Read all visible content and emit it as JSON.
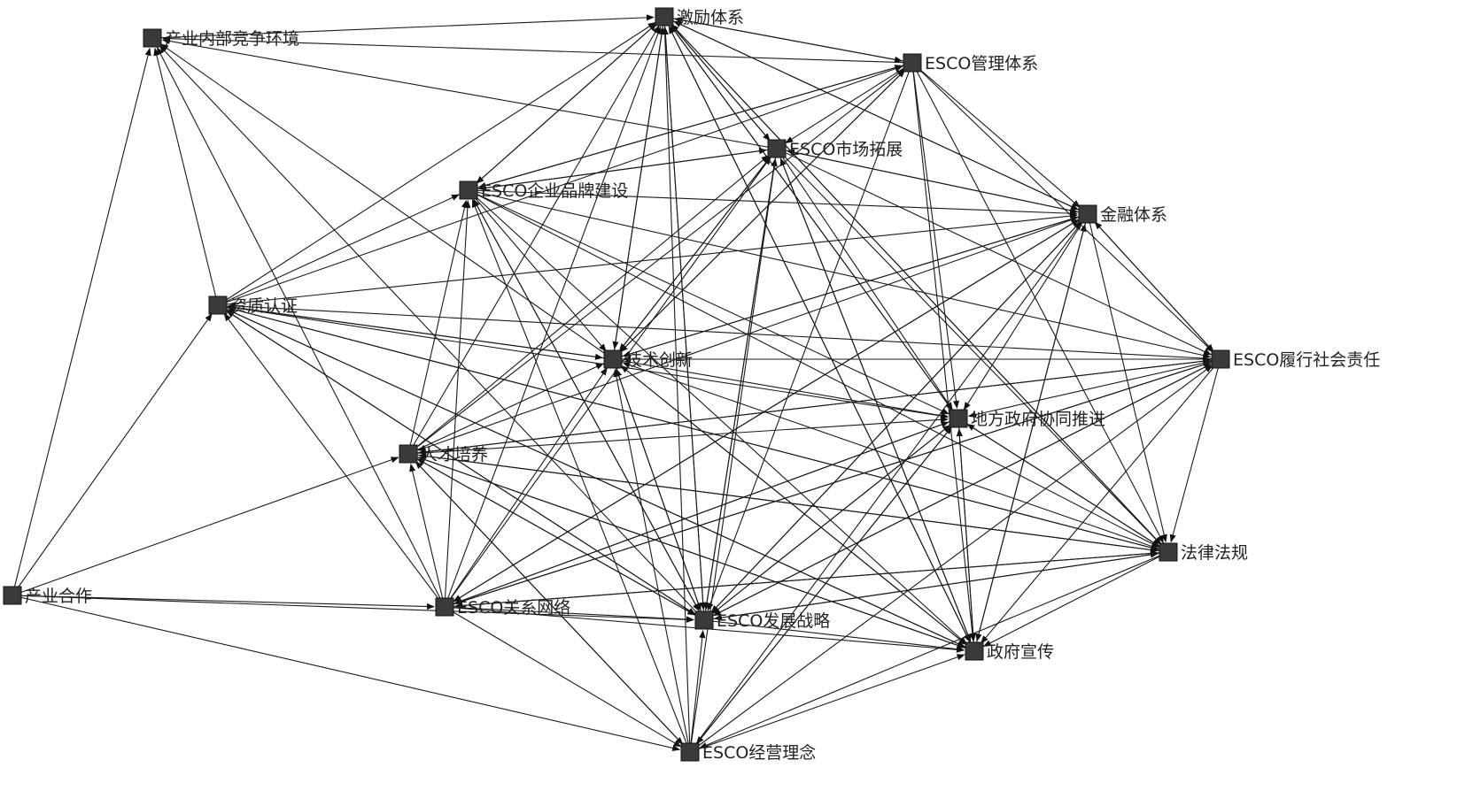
{
  "nodes": [
    {
      "id": "jili",
      "label": "激励体系"
    },
    {
      "id": "chanye_neibu",
      "label": "产业内部竞争环境"
    },
    {
      "id": "guanli",
      "label": "ESCO管理体系"
    },
    {
      "id": "shichang",
      "label": "ESCO市场拓展"
    },
    {
      "id": "pinpai",
      "label": "ESCO企业品牌建设"
    },
    {
      "id": "jinrong",
      "label": "金融体系"
    },
    {
      "id": "zizhi",
      "label": "资质认证"
    },
    {
      "id": "jishu",
      "label": "技术创新"
    },
    {
      "id": "shehui",
      "label": "ESCO履行社会责任"
    },
    {
      "id": "difang",
      "label": "地方政府协同推进"
    },
    {
      "id": "rencai",
      "label": "人才培养"
    },
    {
      "id": "falv",
      "label": "法律法规"
    },
    {
      "id": "hezuo",
      "label": "产业合作"
    },
    {
      "id": "guanxi",
      "label": "ESCO关系网络"
    },
    {
      "id": "fazhan",
      "label": "ESCO发展战略"
    },
    {
      "id": "xuanchuan",
      "label": "政府宣传"
    },
    {
      "id": "jingying",
      "label": "ESCO经营理念"
    }
  ],
  "edges": [
    [
      "chanye_neibu",
      "jili"
    ],
    [
      "guanli",
      "jili"
    ],
    [
      "shichang",
      "jili"
    ],
    [
      "pinpai",
      "jili"
    ],
    [
      "jinrong",
      "jili"
    ],
    [
      "zizhi",
      "jili"
    ],
    [
      "jishu",
      "jili"
    ],
    [
      "guanxi",
      "jili"
    ],
    [
      "fazhan",
      "jili"
    ],
    [
      "jingying",
      "jili"
    ],
    [
      "difang",
      "jili"
    ],
    [
      "xuanchuan",
      "jili"
    ],
    [
      "falv",
      "jili"
    ],
    [
      "rencai",
      "jili"
    ],
    [
      "guanli",
      "chanye_neibu"
    ],
    [
      "shichang",
      "chanye_neibu"
    ],
    [
      "zizhi",
      "chanye_neibu"
    ],
    [
      "hezuo",
      "chanye_neibu"
    ],
    [
      "guanxi",
      "chanye_neibu"
    ],
    [
      "fazhan",
      "chanye_neibu"
    ],
    [
      "jishu",
      "chanye_neibu"
    ],
    [
      "jili",
      "guanli"
    ],
    [
      "pinpai",
      "guanli"
    ],
    [
      "zizhi",
      "guanli"
    ],
    [
      "rencai",
      "guanli"
    ],
    [
      "jishu",
      "guanli"
    ],
    [
      "guanli",
      "shichang"
    ],
    [
      "pinpai",
      "shichang"
    ],
    [
      "guanxi",
      "shichang"
    ],
    [
      "fazhan",
      "shichang"
    ],
    [
      "jingying",
      "shichang"
    ],
    [
      "rencai",
      "shichang"
    ],
    [
      "jinrong",
      "shichang"
    ],
    [
      "jili",
      "shichang"
    ],
    [
      "jishu",
      "shichang"
    ],
    [
      "xuanchuan",
      "shichang"
    ],
    [
      "guanli",
      "pinpai"
    ],
    [
      "shichang",
      "pinpai"
    ],
    [
      "zizhi",
      "pinpai"
    ],
    [
      "guanxi",
      "pinpai"
    ],
    [
      "fazhan",
      "pinpai"
    ],
    [
      "jingying",
      "pinpai"
    ],
    [
      "rencai",
      "pinpai"
    ],
    [
      "jili",
      "pinpai"
    ],
    [
      "guanli",
      "jinrong"
    ],
    [
      "shichang",
      "jinrong"
    ],
    [
      "pinpai",
      "jinrong"
    ],
    [
      "zizhi",
      "jinrong"
    ],
    [
      "jishu",
      "jinrong"
    ],
    [
      "guanxi",
      "jinrong"
    ],
    [
      "fazhan",
      "jinrong"
    ],
    [
      "jingying",
      "jinrong"
    ],
    [
      "xuanchuan",
      "jinrong"
    ],
    [
      "jili",
      "jinrong"
    ],
    [
      "shehui",
      "jinrong"
    ],
    [
      "hezuo",
      "zizhi"
    ],
    [
      "guanxi",
      "zizhi"
    ],
    [
      "fazhan",
      "zizhi"
    ],
    [
      "xuanchuan",
      "zizhi"
    ],
    [
      "shehui",
      "zizhi"
    ],
    [
      "falv",
      "zizhi"
    ],
    [
      "jishu",
      "zizhi"
    ],
    [
      "zizhi",
      "jishu"
    ],
    [
      "rencai",
      "jishu"
    ],
    [
      "guanxi",
      "jishu"
    ],
    [
      "fazhan",
      "jishu"
    ],
    [
      "jingying",
      "jishu"
    ],
    [
      "shichang",
      "jishu"
    ],
    [
      "jili",
      "jishu"
    ],
    [
      "guanli",
      "jishu"
    ],
    [
      "jinrong",
      "jishu"
    ],
    [
      "shehui",
      "jishu"
    ],
    [
      "falv",
      "jishu"
    ],
    [
      "xuanchuan",
      "jishu"
    ],
    [
      "pinpai",
      "jishu"
    ],
    [
      "guanli",
      "shehui"
    ],
    [
      "shichang",
      "shehui"
    ],
    [
      "pinpai",
      "shehui"
    ],
    [
      "jishu",
      "shehui"
    ],
    [
      "fazhan",
      "shehui"
    ],
    [
      "jingying",
      "shehui"
    ],
    [
      "guanxi",
      "shehui"
    ],
    [
      "rencai",
      "shehui"
    ],
    [
      "jinrong",
      "shehui"
    ],
    [
      "jili",
      "difang"
    ],
    [
      "guanli",
      "difang"
    ],
    [
      "shichang",
      "difang"
    ],
    [
      "pinpai",
      "difang"
    ],
    [
      "jishu",
      "difang"
    ],
    [
      "rencai",
      "difang"
    ],
    [
      "guanxi",
      "difang"
    ],
    [
      "fazhan",
      "difang"
    ],
    [
      "jingying",
      "difang"
    ],
    [
      "xuanchuan",
      "difang"
    ],
    [
      "shehui",
      "difang"
    ],
    [
      "falv",
      "difang"
    ],
    [
      "zizhi",
      "difang"
    ],
    [
      "jinrong",
      "difang"
    ],
    [
      "hezuo",
      "rencai"
    ],
    [
      "guanxi",
      "rencai"
    ],
    [
      "fazhan",
      "rencai"
    ],
    [
      "jingying",
      "rencai"
    ],
    [
      "jinrong",
      "rencai"
    ],
    [
      "shehui",
      "rencai"
    ],
    [
      "falv",
      "rencai"
    ],
    [
      "xuanchuan",
      "rencai"
    ],
    [
      "jinrong",
      "falv"
    ],
    [
      "shehui",
      "falv"
    ],
    [
      "guanli",
      "falv"
    ],
    [
      "shichang",
      "falv"
    ],
    [
      "pinpai",
      "falv"
    ],
    [
      "jili",
      "falv"
    ],
    [
      "difang",
      "falv"
    ],
    [
      "rencai",
      "falv"
    ],
    [
      "zizhi",
      "falv"
    ],
    [
      "guanxi",
      "falv"
    ],
    [
      "fazhan",
      "falv"
    ],
    [
      "hezuo",
      "guanxi"
    ],
    [
      "falv",
      "guanxi"
    ],
    [
      "shehui",
      "guanxi"
    ],
    [
      "jinrong",
      "guanxi"
    ],
    [
      "difang",
      "guanxi"
    ],
    [
      "guanxi",
      "fazhan"
    ],
    [
      "jingying",
      "fazhan"
    ],
    [
      "hezuo",
      "fazhan"
    ],
    [
      "rencai",
      "fazhan"
    ],
    [
      "zizhi",
      "fazhan"
    ],
    [
      "pinpai",
      "fazhan"
    ],
    [
      "jishu",
      "fazhan"
    ],
    [
      "falv",
      "fazhan"
    ],
    [
      "shehui",
      "fazhan"
    ],
    [
      "jinrong",
      "fazhan"
    ],
    [
      "difang",
      "fazhan"
    ],
    [
      "guanli",
      "fazhan"
    ],
    [
      "shichang",
      "fazhan"
    ],
    [
      "jili",
      "fazhan"
    ],
    [
      "fazhan",
      "xuanchuan"
    ],
    [
      "guanxi",
      "xuanchuan"
    ],
    [
      "jingying",
      "xuanchuan"
    ],
    [
      "difang",
      "xuanchuan"
    ],
    [
      "falv",
      "xuanchuan"
    ],
    [
      "shehui",
      "xuanchuan"
    ],
    [
      "jinrong",
      "xuanchuan"
    ],
    [
      "jishu",
      "xuanchuan"
    ],
    [
      "rencai",
      "xuanchuan"
    ],
    [
      "zizhi",
      "xuanchuan"
    ],
    [
      "pinpai",
      "xuanchuan"
    ],
    [
      "shichang",
      "xuanchuan"
    ],
    [
      "guanli",
      "xuanchuan"
    ],
    [
      "jili",
      "xuanchuan"
    ],
    [
      "hezuo",
      "jingying"
    ],
    [
      "guanxi",
      "jingying"
    ],
    [
      "rencai",
      "jingying"
    ],
    [
      "falv",
      "jingying"
    ],
    [
      "difang",
      "jingying"
    ]
  ]
}
